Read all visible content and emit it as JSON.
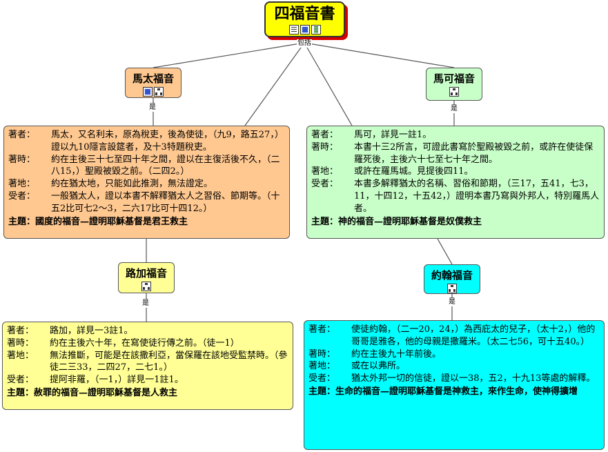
{
  "diagram": {
    "root": {
      "title": "四福音書",
      "link_label": "包括"
    },
    "gospels": {
      "matthew": {
        "title": "馬太福音",
        "link_label": "是",
        "author_key": "著者：",
        "author": "馬太，又名利未，原為稅吏，後為使徒，（九9，路五27，）證以九10隱言設筵者，及十3特題稅吏。",
        "date_key": "著時：",
        "date": "約在主後三十七至四十年之間，證以在主復活後不久，（二八15，）聖殿被毀之前。（二四2。）",
        "place_key": "著地：",
        "place": "約在猶太地，只能如此推測，無法證定。",
        "readers_key": "受者：",
        "readers": "一般猶太人，證以本書不解釋猶太人之習俗、節期等。（十五2比可七2～3，二六17比可十四12。）",
        "theme": "主題：國度的福音—證明耶穌基督是君王救主"
      },
      "mark": {
        "title": "馬可福音",
        "link_label": "是",
        "author_key": "著者：",
        "author": "馬可，詳見一註1。",
        "date_key": "著時：",
        "date": "本書十三2所言，可證此書寫於聖殿被毀之前，或許在使徒保羅死後，主後六十七至七十年之間。",
        "place_key": "著地：",
        "place": "或許在羅馬城。見提後四11。",
        "readers_key": "受者：",
        "readers": "本書多解釋猶太的名稱、習俗和節期，（三17，五41，七3，11，十四12，十五42，）證明本書乃寫與外邦人，特別羅馬人者。",
        "theme": "主題：神的福音—證明耶穌基督是奴僕救主"
      },
      "luke": {
        "title": "路加福音",
        "link_label": "是",
        "author_key": "著者：",
        "author": "路加，詳見一3註1。",
        "date_key": "著時：",
        "date": "約在主後六十年，在寫使徒行傳之前。（徒一1）",
        "place_key": "著地：",
        "place": "無法推斷，可能是在該撒利亞，當保羅在該地受監禁時。（參徒二三33，二四27，二七1。）",
        "readers_key": "受者：",
        "readers": "提阿非羅，（一1，）詳見一1註1。",
        "theme": "主題：赦罪的福音—證明耶穌基督是人救主"
      },
      "john": {
        "title": "約翰福音",
        "link_label": "是",
        "author_key": "著者：",
        "author": "使徒約翰，（二一20，24，）為西庇太的兒子，（太十2，）他的哥哥是雅各，他的母親是撒羅米。（太二七56，可十五40。）",
        "date_key": "著時：",
        "date": "約在主後九十年前後。",
        "place_key": "著地：",
        "place": "或在以弗所。",
        "readers_key": "受者：",
        "readers": "猶太外邦一切的信徒，證以一38，五2，十九13等處的解釋。",
        "theme": "主題：生命的福音—證明耶穌基督是神救主，來作生命，使神得擴增"
      }
    },
    "icons": {
      "root": [
        "document-icon",
        "spreadsheet-icon",
        "film-icon"
      ],
      "matthew": [
        "spreadsheet-icon",
        "hierarchy-icon"
      ],
      "mark": [
        "hierarchy-icon"
      ],
      "luke": [
        "hierarchy-icon"
      ],
      "john": [
        "hierarchy-icon"
      ]
    },
    "colors": {
      "root_fill": "#ffff00",
      "root_shadow": "#d40000",
      "matthew": "#ffc890",
      "mark": "#c8ffc8",
      "luke": "#ffff96",
      "john": "#00ffff",
      "line": "#555555"
    }
  }
}
